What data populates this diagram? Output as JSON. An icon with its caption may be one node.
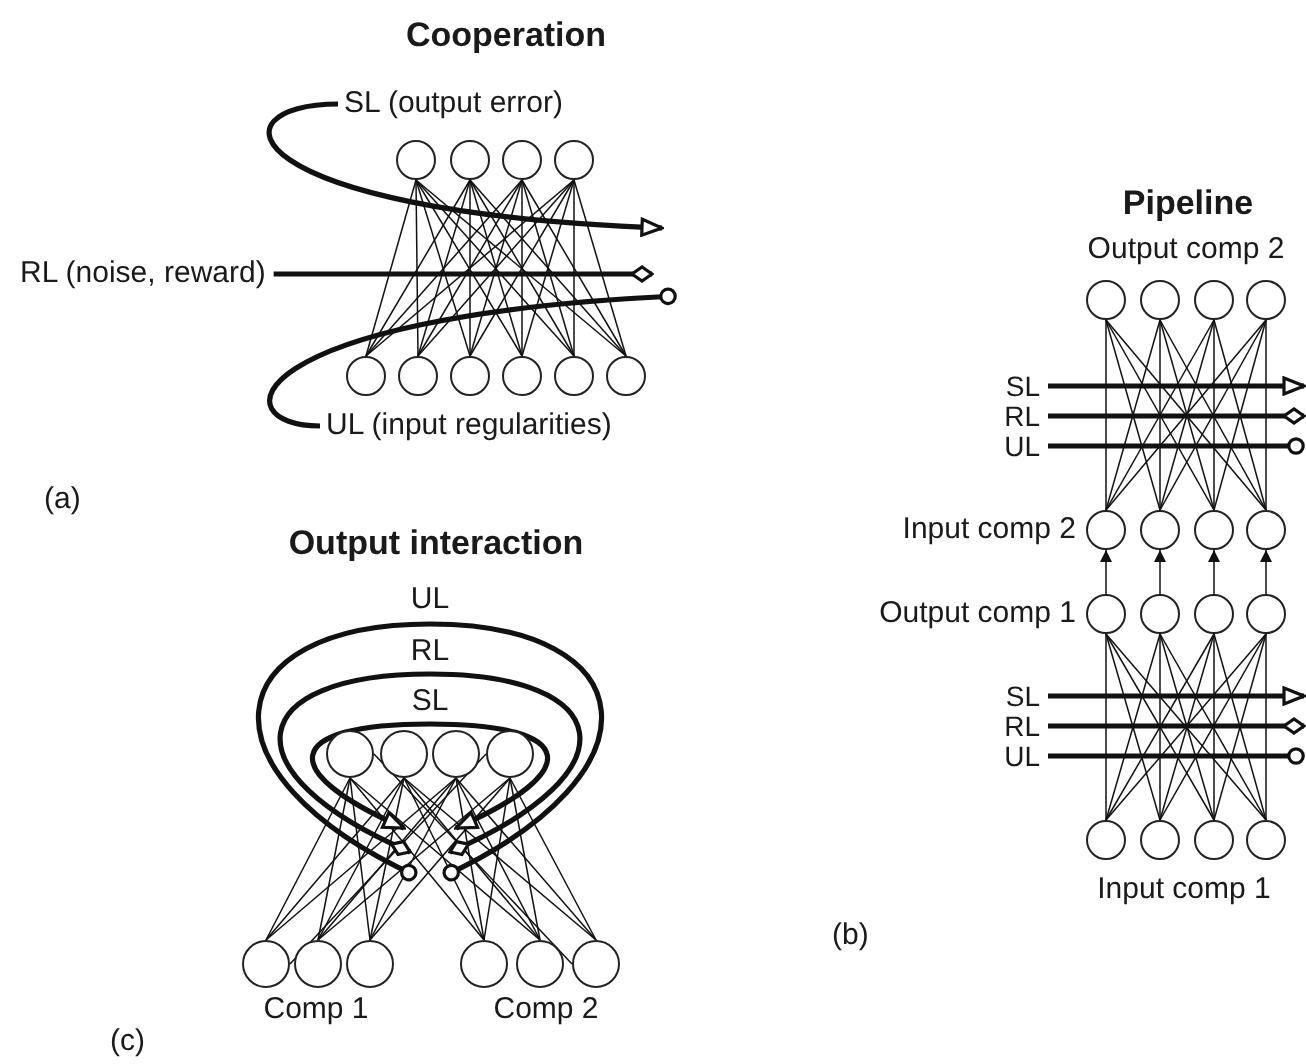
{
  "diagram": {
    "nodes": [
      {
        "text": [
          "SL (output error)"
        ]
      },
      {
        "text": [],
        "shape": "circle"
      },
      {
        "text": [],
        "shape": "circle"
      },
      {
        "text": [],
        "shape": "circle"
      },
      {
        "text": [],
        "shape": "circle"
      },
      {
        "text": [
          "RL (noise, reward)"
        ]
      },
      {
        "text": [],
        "shape": "circle"
      },
      {
        "text": [],
        "shape": "circle"
      },
      {
        "text": [],
        "shape": "circle"
      },
      {
        "text": [],
        "shape": "circle"
      },
      {
        "text": [],
        "shape": "circle"
      },
      {
        "text": [],
        "shape": "circle"
      },
      {
        "text": [
          "UL (input regularities)"
        ]
      },
      {
        "text": [],
        "shape": "circle"
      },
      {
        "text": [],
        "shape": "circle"
      },
      {
        "text": [],
        "shape": "circle"
      },
      {
        "text": [],
        "shape": "circle"
      },
      {
        "text": [
          "SL"
        ]
      },
      {
        "text": [
          "RL"
        ]
      },
      {
        "text": [
          "UL"
        ]
      },
      {
        "text": [],
        "shape": "circle"
      },
      {
        "text": [],
        "shape": "circle"
      },
      {
        "text": [],
        "shape": "circle"
      },
      {
        "text": [],
        "shape": "circle"
      },
      {
        "text": [],
        "shape": "circle"
      },
      {
        "text": [],
        "shape": "circle"
      },
      {
        "text": [],
        "shape": "circle"
      },
      {
        "text": [],
        "shape": "circle"
      },
      {
        "text": [
          "SL"
        ]
      },
      {
        "text": [
          "RL"
        ]
      },
      {
        "text": [
          "UL"
        ]
      },
      {
        "text": [],
        "shape": "circle"
      },
      {
        "text": [],
        "shape": "circle"
      },
      {
        "text": [],
        "shape": "circle"
      },
      {
        "text": [],
        "shape": "circle"
      },
      {
        "text": [],
        "shape": "circle"
      },
      {
        "text": [],
        "shape": "circle"
      },
      {
        "text": [],
        "shape": "circle"
      },
      {
        "text": [],
        "shape": "circle"
      },
      {
        "text": [],
        "shape": "circle"
      },
      {
        "text": [],
        "shape": "circle"
      },
      {
        "text": [],
        "shape": "circle"
      },
      {
        "text": [],
        "shape": "circle"
      },
      {
        "text": [],
        "shape": "circle"
      },
      {
        "text": [],
        "shape": "circle"
      }
    ],
    "edges": [
      {
        "from": 6,
        "to": 1,
        "arrow": "none"
      },
      {
        "from": 7,
        "to": 1,
        "arrow": "none"
      },
      {
        "from": 8,
        "to": 1,
        "arrow": "none"
      },
      {
        "from": 9,
        "to": 1,
        "arrow": "none"
      },
      {
        "from": 10,
        "to": 1,
        "arrow": "none"
      },
      {
        "from": 11,
        "to": 1,
        "arrow": "none"
      },
      {
        "from": 6,
        "to": 2,
        "arrow": "none"
      },
      {
        "from": 7,
        "to": 2,
        "arrow": "none"
      },
      {
        "from": 8,
        "to": 2,
        "arrow": "none"
      },
      {
        "from": 9,
        "to": 2,
        "arrow": "none"
      },
      {
        "from": 10,
        "to": 2,
        "arrow": "none"
      },
      {
        "from": 11,
        "to": 2,
        "arrow": "none"
      },
      {
        "from": 6,
        "to": 3,
        "arrow": "none"
      },
      {
        "from": 7,
        "to": 3,
        "arrow": "none"
      },
      {
        "from": 8,
        "to": 3,
        "arrow": "none"
      },
      {
        "from": 9,
        "to": 3,
        "arrow": "none"
      },
      {
        "from": 10,
        "to": 3,
        "arrow": "none"
      },
      {
        "from": 11,
        "to": 3,
        "arrow": "none"
      },
      {
        "from": 6,
        "to": 4,
        "arrow": "none"
      },
      {
        "from": 7,
        "to": 4,
        "arrow": "none"
      },
      {
        "from": 8,
        "to": 4,
        "arrow": "none"
      },
      {
        "from": 9,
        "to": 4,
        "arrow": "none"
      },
      {
        "from": 10,
        "to": 4,
        "arrow": "none"
      },
      {
        "from": 11,
        "to": 4,
        "arrow": "none"
      },
      {
        "from": 0,
        "to": null,
        "arrow": "to",
        "style": "thick"
      },
      {
        "from": 5,
        "to": null,
        "arrow": "other",
        "style": "thick"
      },
      {
        "from": 12,
        "to": null,
        "arrow": "other",
        "style": "thick"
      },
      {
        "from": 20,
        "to": 13,
        "arrow": "none"
      },
      {
        "from": 21,
        "to": 13,
        "arrow": "none"
      },
      {
        "from": 22,
        "to": 13,
        "arrow": "none"
      },
      {
        "from": 23,
        "to": 13,
        "arrow": "none"
      },
      {
        "from": 20,
        "to": 14,
        "arrow": "none"
      },
      {
        "from": 21,
        "to": 14,
        "arrow": "none"
      },
      {
        "from": 22,
        "to": 14,
        "arrow": "none"
      },
      {
        "from": 23,
        "to": 14,
        "arrow": "none"
      },
      {
        "from": 20,
        "to": 15,
        "arrow": "none"
      },
      {
        "from": 21,
        "to": 15,
        "arrow": "none"
      },
      {
        "from": 22,
        "to": 15,
        "arrow": "none"
      },
      {
        "from": 23,
        "to": 15,
        "arrow": "none"
      },
      {
        "from": 20,
        "to": 16,
        "arrow": "none"
      },
      {
        "from": 21,
        "to": 16,
        "arrow": "none"
      },
      {
        "from": 22,
        "to": 16,
        "arrow": "none"
      },
      {
        "from": 23,
        "to": 16,
        "arrow": "none"
      },
      {
        "from": 24,
        "to": 20,
        "arrow": "to"
      },
      {
        "from": 25,
        "to": 21,
        "arrow": "to"
      },
      {
        "from": 26,
        "to": 22,
        "arrow": "to"
      },
      {
        "from": 27,
        "to": 23,
        "arrow": "to"
      },
      {
        "from": 31,
        "to": 24,
        "arrow": "none"
      },
      {
        "from": 32,
        "to": 24,
        "arrow": "none"
      },
      {
        "from": 33,
        "to": 24,
        "arrow": "none"
      },
      {
        "from": 34,
        "to": 24,
        "arrow": "none"
      },
      {
        "from": 31,
        "to": 25,
        "arrow": "none"
      },
      {
        "from": 32,
        "to": 25,
        "arrow": "none"
      },
      {
        "from": 33,
        "to": 25,
        "arrow": "none"
      },
      {
        "from": 34,
        "to": 25,
        "arrow": "none"
      },
      {
        "from": 31,
        "to": 26,
        "arrow": "none"
      },
      {
        "from": 32,
        "to": 26,
        "arrow": "none"
      },
      {
        "from": 33,
        "to": 26,
        "arrow": "none"
      },
      {
        "from": 34,
        "to": 26,
        "arrow": "none"
      },
      {
        "from": 31,
        "to": 27,
        "arrow": "none"
      },
      {
        "from": 32,
        "to": 27,
        "arrow": "none"
      },
      {
        "from": 33,
        "to": 27,
        "arrow": "none"
      },
      {
        "from": 34,
        "to": 27,
        "arrow": "none"
      },
      {
        "from": 17,
        "to": null,
        "arrow": "to",
        "style": "thick"
      },
      {
        "from": 18,
        "to": null,
        "arrow": "other",
        "style": "thick"
      },
      {
        "from": 19,
        "to": null,
        "arrow": "other",
        "style": "thick"
      },
      {
        "from": 28,
        "to": null,
        "arrow": "to",
        "style": "thick"
      },
      {
        "from": 29,
        "to": null,
        "arrow": "other",
        "style": "thick"
      },
      {
        "from": 30,
        "to": null,
        "arrow": "other",
        "style": "thick"
      },
      {
        "from": 39,
        "to": 35,
        "arrow": "none"
      },
      {
        "from": 40,
        "to": 35,
        "arrow": "none"
      },
      {
        "from": 41,
        "to": 35,
        "arrow": "none"
      },
      {
        "from": 42,
        "to": 35,
        "arrow": "none"
      },
      {
        "from": 43,
        "to": 35,
        "arrow": "none"
      },
      {
        "from": 44,
        "to": 35,
        "arrow": "none"
      },
      {
        "from": 39,
        "to": 36,
        "arrow": "none"
      },
      {
        "from": 40,
        "to": 36,
        "arrow": "none"
      },
      {
        "from": 41,
        "to": 36,
        "arrow": "none"
      },
      {
        "from": 42,
        "to": 36,
        "arrow": "none"
      },
      {
        "from": 43,
        "to": 36,
        "arrow": "none"
      },
      {
        "from": 44,
        "to": 36,
        "arrow": "none"
      },
      {
        "from": 39,
        "to": 37,
        "arrow": "none"
      },
      {
        "from": 40,
        "to": 37,
        "arrow": "none"
      },
      {
        "from": 41,
        "to": 37,
        "arrow": "none"
      },
      {
        "from": 42,
        "to": 37,
        "arrow": "none"
      },
      {
        "from": 43,
        "to": 37,
        "arrow": "none"
      },
      {
        "from": 44,
        "to": 37,
        "arrow": "none"
      },
      {
        "from": 39,
        "to": 38,
        "arrow": "none"
      },
      {
        "from": 40,
        "to": 38,
        "arrow": "none"
      },
      {
        "from": 41,
        "to": 38,
        "arrow": "none"
      },
      {
        "from": 42,
        "to": 38,
        "arrow": "none"
      },
      {
        "from": 43,
        "to": 38,
        "arrow": "none"
      },
      {
        "from": 44,
        "to": 38,
        "arrow": "none"
      }
    ],
    "labels": [
      "Cooperation",
      "(a)",
      "Pipeline",
      "Output comp 2",
      "Input comp 2",
      "Output comp 1",
      "Input comp 1",
      "(b)",
      "Output interaction",
      "UL",
      "RL",
      "SL",
      "Comp 1",
      "Comp 2",
      "(c)"
    ]
  }
}
